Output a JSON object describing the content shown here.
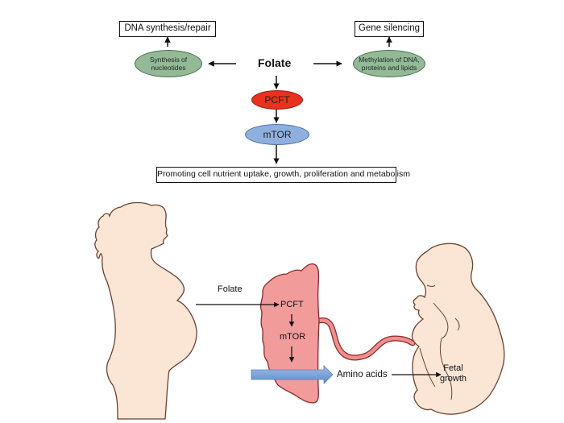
{
  "flowchart": {
    "center": "Folate",
    "left_outcome": "DNA synthesis/repair",
    "left_process": [
      "Synthesis of",
      "nucleotides"
    ],
    "right_outcome": "Gene silencing",
    "right_process": [
      "Methylation of DNA,",
      "proteins and lipids"
    ],
    "transporter": "PCFT",
    "signaling": "mTOR",
    "result": "Promoting cell nutrient uptake, growth, proliferation and metabolism"
  },
  "illustration": {
    "folate_label": "Folate",
    "placenta_pcft": "PCFT",
    "placenta_mtor": "mTOR",
    "amino_acids": "Amino acids",
    "fetal_growth": [
      "Fetal",
      "growth"
    ]
  },
  "colors": {
    "green_node": "#93b996",
    "pcft_node": "#e8321f",
    "mtor_node": "#8fb0de",
    "skin": "#fbe6d6",
    "placenta": "#f29b9b",
    "arrow_blue": "#6f9bd3"
  }
}
